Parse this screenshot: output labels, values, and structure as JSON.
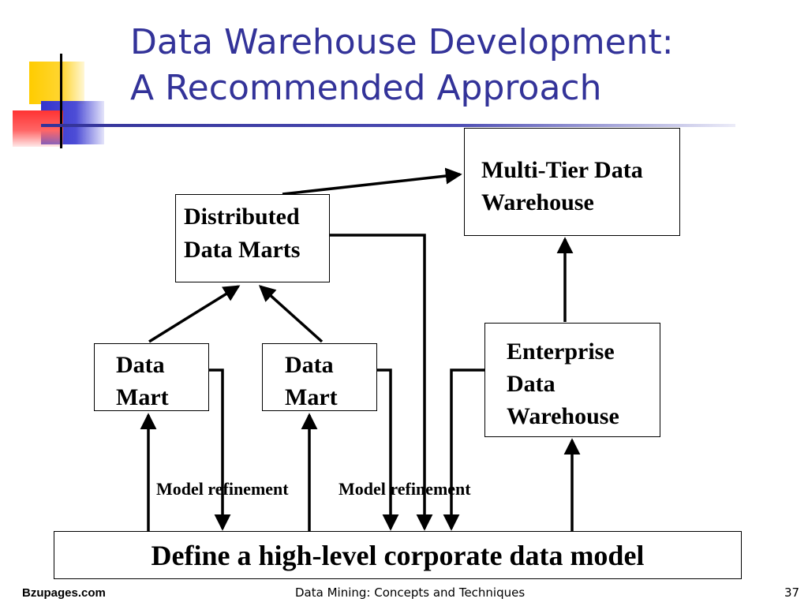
{
  "slide": {
    "title_lines": [
      "Data Warehouse Development:",
      "A Recommended Approach"
    ],
    "colors": {
      "title": "#333399",
      "deco_yellow": "#ffcc00",
      "deco_blue": "#3333cc",
      "deco_red": "#ff3333"
    }
  },
  "diagram": {
    "boxes": {
      "multi_tier": [
        "Multi-Tier Data",
        "Warehouse"
      ],
      "distributed": [
        "Distributed",
        "Data Marts"
      ],
      "mart_left": [
        "Data",
        "Mart"
      ],
      "mart_right": [
        "Data",
        "Mart"
      ],
      "enterprise": [
        "Enterprise",
        "Data",
        "Warehouse"
      ],
      "base": "Define a high-level corporate data model"
    },
    "labels": {
      "refine_left": "Model refinement",
      "refine_right": "Model refinement"
    }
  },
  "footer": {
    "left": "Bzupages.com",
    "center": "Data Mining: Concepts and Techniques",
    "page": "37"
  }
}
